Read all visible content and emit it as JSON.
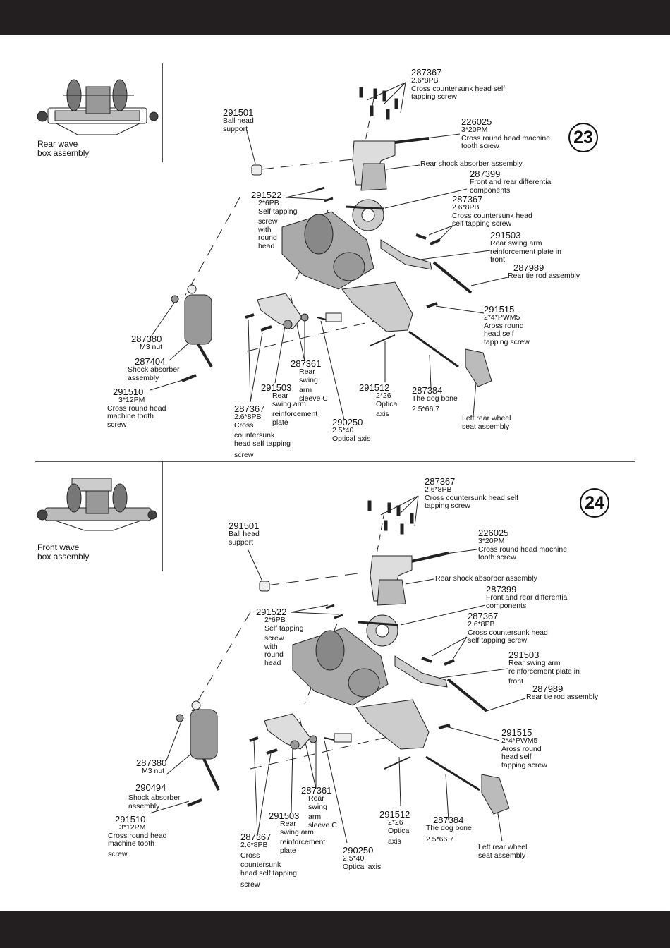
{
  "steps": [
    {
      "number": "23",
      "thumbnail_caption": [
        "Rear wave",
        "box assembly"
      ],
      "labels": {
        "l287367_top": {
          "num": "287367",
          "lines": [
            "2.6*8PB",
            "Cross countersunk head self",
            "tapping screw"
          ]
        },
        "l291501": {
          "num": "291501",
          "lines": [
            "Ball head",
            "support"
          ]
        },
        "l226025": {
          "num": "226025",
          "lines": [
            "3*20PM",
            "Cross round head machine",
            "tooth screw"
          ]
        },
        "l_rear_shock": {
          "num": "",
          "lines": [
            "Rear shock absorber assembly"
          ]
        },
        "l287399": {
          "num": "287399",
          "lines": [
            "Front and rear differential",
            "components"
          ]
        },
        "l291522": {
          "num": "291522",
          "lines": [
            "2*6PB",
            "Self tapping",
            "screw",
            "with",
            "round",
            "head"
          ]
        },
        "l287367_mid": {
          "num": "287367",
          "lines": [
            "2.6*8PB",
            "Cross countersunk head",
            "self tapping screw"
          ]
        },
        "l291503_right": {
          "num": "291503",
          "lines": [
            "Rear swing arm",
            "reinforcement plate in",
            "front"
          ]
        },
        "l287989": {
          "num": "287989",
          "lines": [
            "Rear tie rod assembly"
          ]
        },
        "l291515": {
          "num": "291515",
          "lines": [
            "2*4*PWM5",
            "Aross round",
            "head self",
            "tapping screw"
          ]
        },
        "l287380": {
          "num": "287380",
          "lines": [
            "M3 nut"
          ]
        },
        "l287404": {
          "num": "287404",
          "lines": [
            "Shock absorber",
            "assembly"
          ]
        },
        "l287361": {
          "num": "287361",
          "lines": [
            "Rear",
            "swing",
            "arm",
            "sleeve C"
          ]
        },
        "l291510": {
          "num": "291510",
          "lines": [
            "3*12PM",
            "Cross round head",
            "machine tooth",
            "screw"
          ]
        },
        "l291503_low": {
          "num": "291503",
          "lines": [
            "Rear",
            "swing arm",
            "reinforcement",
            "plate"
          ]
        },
        "l291512": {
          "num": "291512",
          "lines": [
            "2*26",
            "Optical",
            "axis"
          ]
        },
        "l287384": {
          "num": "287384",
          "lines": [
            "The dog bone",
            "2.5*66.7"
          ]
        },
        "l287367_low": {
          "num": "287367",
          "lines": [
            "2.6*8PB",
            "Cross",
            "countersunk",
            "head self tapping",
            "screw"
          ]
        },
        "l290250": {
          "num": "290250",
          "lines": [
            "2.5*40",
            "Optical axis"
          ]
        },
        "l_left_rear": {
          "num": "",
          "lines": [
            "Left rear wheel",
            "seat assembly"
          ]
        }
      }
    },
    {
      "number": "24",
      "thumbnail_caption": [
        "Front wave",
        "box assembly"
      ],
      "labels": {
        "l287367_top": {
          "num": "287367",
          "lines": [
            "2.6*8PB",
            "Cross countersunk head self",
            "tapping screw"
          ]
        },
        "l291501": {
          "num": "291501",
          "lines": [
            "Ball head",
            "support"
          ]
        },
        "l226025": {
          "num": "226025",
          "lines": [
            "3*20PM",
            "Cross round head machine",
            "tooth screw"
          ]
        },
        "l_rear_shock": {
          "num": "",
          "lines": [
            "Rear shock absorber assembly"
          ]
        },
        "l287399": {
          "num": "287399",
          "lines": [
            "Front and rear differential",
            "components"
          ]
        },
        "l291522": {
          "num": "291522",
          "lines": [
            "2*6PB",
            "Self tapping",
            "screw",
            "with",
            "round",
            "head"
          ]
        },
        "l287367_mid": {
          "num": "287367",
          "lines": [
            "2.6*8PB",
            "Cross countersunk head",
            "self tapping screw"
          ]
        },
        "l291503_right": {
          "num": "291503",
          "lines": [
            "Rear swing arm",
            "reinforcement plate in",
            "front"
          ]
        },
        "l287989": {
          "num": "287989",
          "lines": [
            "Rear tie rod assembly"
          ]
        },
        "l291515": {
          "num": "291515",
          "lines": [
            "2*4*PWM5",
            "Aross round",
            "head self",
            "tapping screw"
          ]
        },
        "l287380": {
          "num": "287380",
          "lines": [
            "M3 nut"
          ]
        },
        "l290494": {
          "num": "290494",
          "lines": [
            "Shock absorber",
            "assembly"
          ]
        },
        "l287361": {
          "num": "287361",
          "lines": [
            "Rear",
            "swing",
            "arm",
            "sleeve C"
          ]
        },
        "l291510": {
          "num": "291510",
          "lines": [
            "3*12PM",
            "Cross round head",
            "machine tooth",
            "screw"
          ]
        },
        "l291503_low": {
          "num": "291503",
          "lines": [
            "Rear",
            "swing arm",
            "reinforcement",
            "plate"
          ]
        },
        "l291512": {
          "num": "291512",
          "lines": [
            "2*26",
            "Optical",
            "axis"
          ]
        },
        "l287384": {
          "num": "287384",
          "lines": [
            "The dog bone",
            "2.5*66.7"
          ]
        },
        "l287367_low": {
          "num": "287367",
          "lines": [
            "2.6*8PB",
            "Cross",
            "countersunk",
            "head self tapping",
            "screw"
          ]
        },
        "l290250": {
          "num": "290250",
          "lines": [
            "2.5*40",
            "Optical axis"
          ]
        },
        "l_left_rear": {
          "num": "",
          "lines": [
            "Left rear wheel",
            "seat assembly"
          ]
        }
      }
    }
  ]
}
